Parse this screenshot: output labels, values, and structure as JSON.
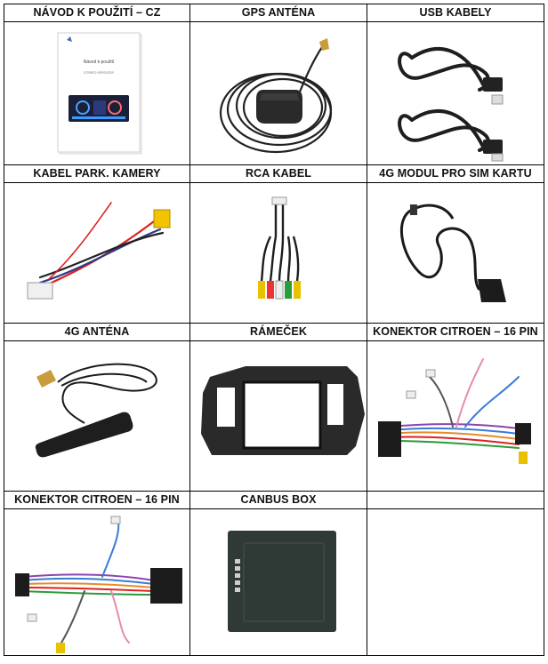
{
  "items": [
    {
      "label": "NÁVOD K POUŽITÍ – CZ",
      "icon": "manual-booklet-icon"
    },
    {
      "label": "GPS ANTÉNA",
      "icon": "gps-antenna-icon"
    },
    {
      "label": "USB KABELY",
      "icon": "usb-cables-icon"
    },
    {
      "label": "KABEL PARK. KAMERY",
      "icon": "parking-camera-cable-icon"
    },
    {
      "label": "RCA KABEL",
      "icon": "rca-cable-icon"
    },
    {
      "label": "4G MODUL PRO SIM KARTU",
      "icon": "4g-sim-module-icon"
    },
    {
      "label": "4G ANTÉNA",
      "icon": "4g-antenna-icon"
    },
    {
      "label": "RÁMEČEK",
      "icon": "dashboard-frame-icon"
    },
    {
      "label": "KONEKTOR CITROEN – 16 PIN",
      "icon": "wiring-harness-icon"
    },
    {
      "label": "KONEKTOR CITROEN – 16 PIN",
      "icon": "wiring-harness-icon"
    },
    {
      "label": "CANBUS BOX",
      "icon": "canbus-box-icon"
    },
    {
      "label": "",
      "icon": ""
    }
  ],
  "manual": {
    "line1": "Návod k použití",
    "line2": "STEREO REPEATER"
  }
}
